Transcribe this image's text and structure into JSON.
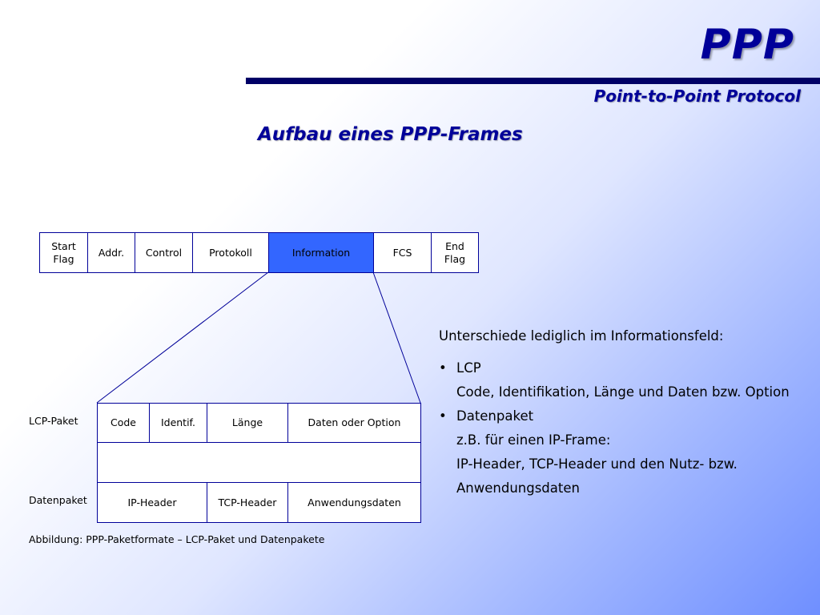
{
  "header": {
    "title": "PPP",
    "subtitle": "Point-to-Point Protocol",
    "section_heading": "Aufbau eines PPP-Frames"
  },
  "frame": {
    "fields": [
      "Start\nFlag",
      "Addr.",
      "Control",
      "Protokoll",
      "Information",
      "FCS",
      "End\nFlag"
    ],
    "highlighted_field": "Information",
    "highlight_color": "#3366ff"
  },
  "expansion": {
    "lcp_label": "LCP-Paket",
    "lcp_fields": [
      "Code",
      "Identif.",
      "Länge",
      "Daten oder Option"
    ],
    "data_label": "Datenpaket",
    "data_fields": [
      "IP-Header",
      "TCP-Header",
      "Anwendungsdaten"
    ]
  },
  "caption": "Abbildung: PPP-Paketformate – LCP-Paket und Datenpakete",
  "notes": {
    "intro": "Unterschiede lediglich im Informationsfeld:",
    "items": [
      {
        "title": "LCP",
        "lines": [
          "Code, Identifikation, Länge und Daten bzw. Option"
        ]
      },
      {
        "title": "Datenpaket",
        "lines": [
          "z.B. für einen IP-Frame:",
          "IP-Header, TCP-Header und den Nutz- bzw.",
          "Anwendungsdaten"
        ]
      }
    ]
  },
  "colors": {
    "title": "#000099",
    "rule": "#000066",
    "border": "#000099"
  }
}
